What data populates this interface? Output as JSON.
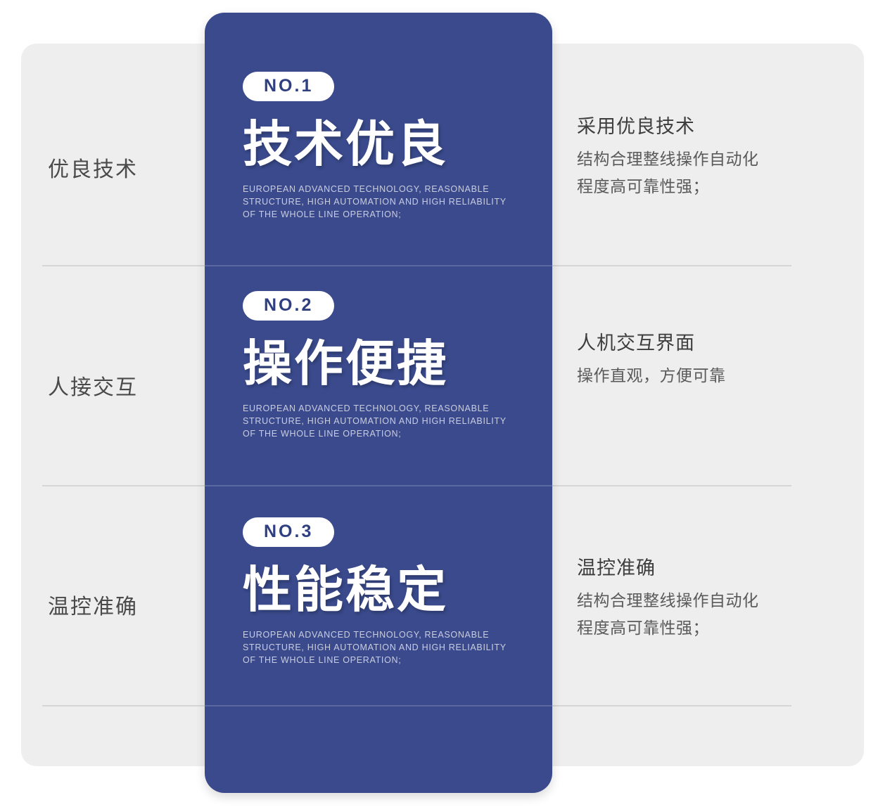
{
  "theme": {
    "card_blue": "#3a4a8c",
    "panel_gray": "#eeeeee",
    "divider_gray": "#d6d6d6",
    "page_background": "#ffffff",
    "headline_color": "#ffffff",
    "pill_text_color": "#2f3f80"
  },
  "rows": [
    {
      "left_label": "优良技术",
      "badge": "NO.1",
      "headline": "技术优良",
      "caption": [
        "EUROPEAN ADVANCED TECHNOLOGY, REASONABLE",
        "STRUCTURE, HIGH AUTOMATION AND HIGH RELIABILITY",
        "OF THE WHOLE LINE OPERATION;"
      ],
      "right_title": "采用优良技术",
      "right_lines": [
        "结构合理整线操作自动化",
        "程度高可靠性强；"
      ]
    },
    {
      "left_label": "人接交互",
      "badge": "NO.2",
      "headline": "操作便捷",
      "caption": [
        "EUROPEAN ADVANCED TECHNOLOGY, REASONABLE",
        "STRUCTURE, HIGH AUTOMATION AND HIGH RELIABILITY",
        "OF THE WHOLE LINE OPERATION;"
      ],
      "right_title": "人机交互界面",
      "right_lines": [
        "操作直观，方便可靠"
      ]
    },
    {
      "left_label": "温控准确",
      "badge": "NO.3",
      "headline": "性能稳定",
      "caption": [
        "EUROPEAN ADVANCED TECHNOLOGY, REASONABLE",
        "STRUCTURE, HIGH AUTOMATION AND HIGH RELIABILITY",
        "OF THE WHOLE LINE OPERATION;"
      ],
      "right_title": "温控准确",
      "right_lines": [
        "结构合理整线操作自动化",
        "程度高可靠性强；"
      ]
    }
  ]
}
